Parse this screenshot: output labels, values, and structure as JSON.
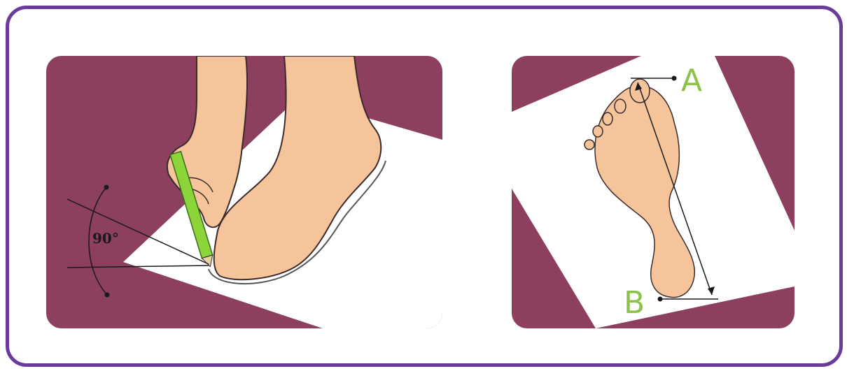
{
  "colors": {
    "frame_border": "#6a3b99",
    "panel_background": "#8c3f5f",
    "paper": "#ffffff",
    "skin": "#f5c49b",
    "outline": "#3a2a2a",
    "pencil": "#8bd43a",
    "point_label": "#8bc34a"
  },
  "left_panel": {
    "angle_label": "90°"
  },
  "right_panel": {
    "point_a_label": "A",
    "point_b_label": "B"
  }
}
